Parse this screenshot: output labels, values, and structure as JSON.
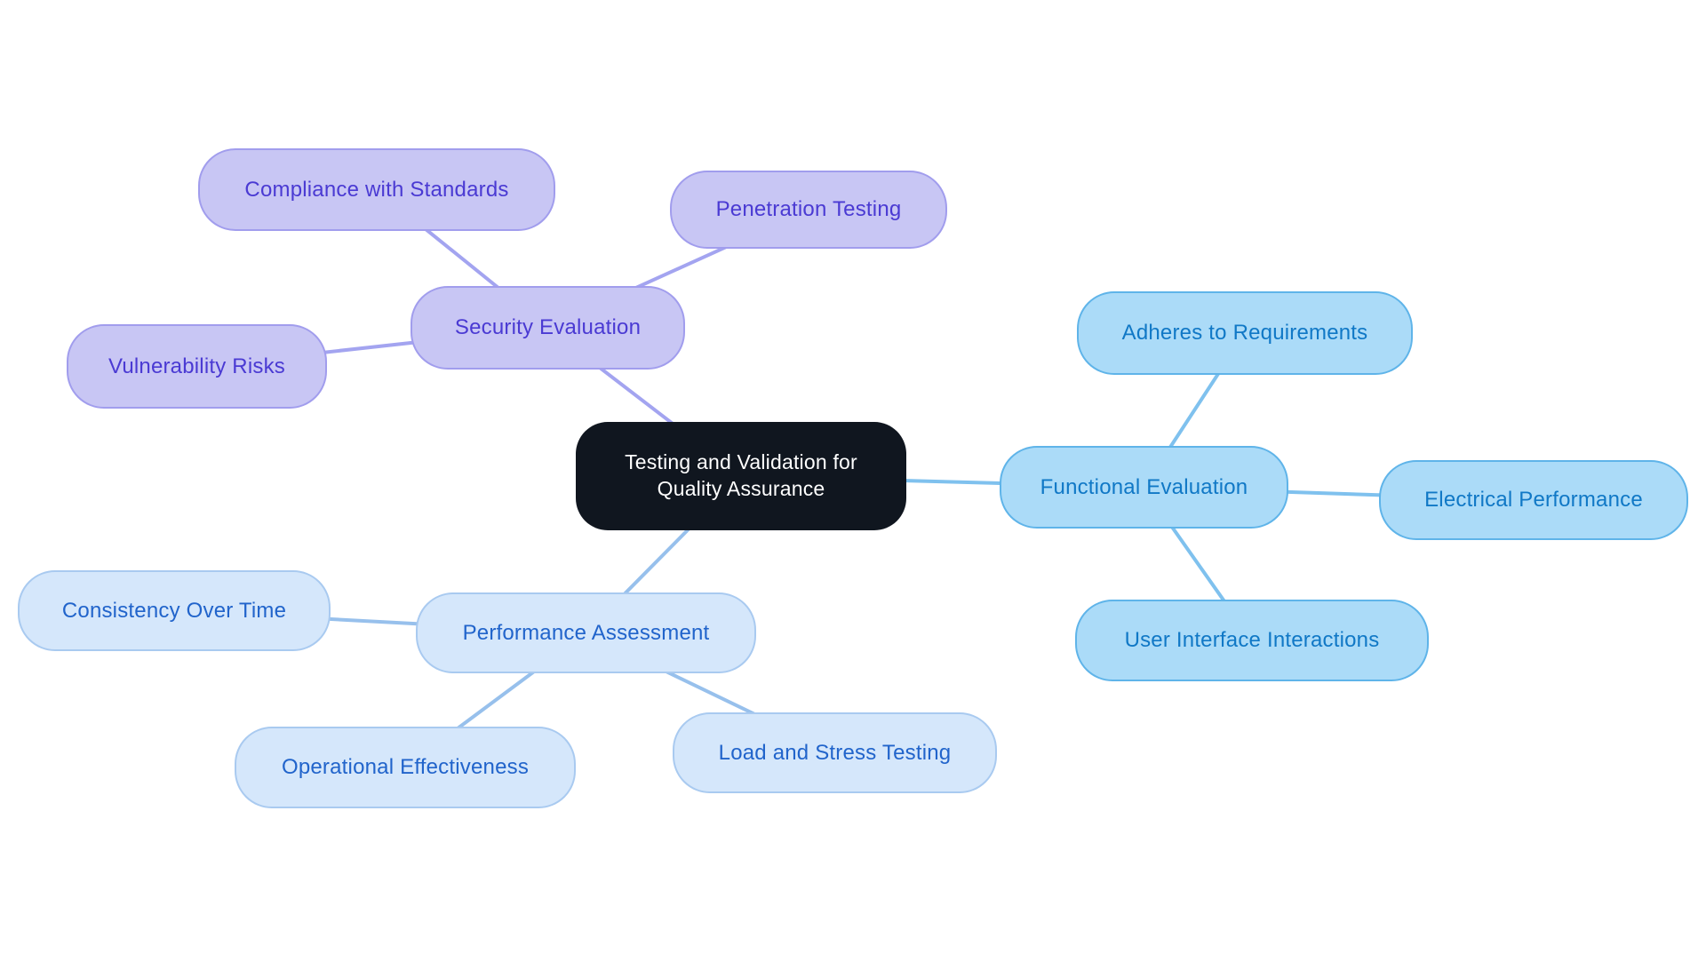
{
  "nodes": {
    "central": {
      "label": "Testing and Validation for Quality Assurance"
    },
    "security": {
      "label": "Security Evaluation"
    },
    "compliance": {
      "label": "Compliance with Standards"
    },
    "penetration": {
      "label": "Penetration Testing"
    },
    "vulnerability": {
      "label": "Vulnerability Risks"
    },
    "functional": {
      "label": "Functional Evaluation"
    },
    "adheres": {
      "label": "Adheres to Requirements"
    },
    "electrical": {
      "label": "Electrical Performance"
    },
    "ui": {
      "label": "User Interface Interactions"
    },
    "performance": {
      "label": "Performance Assessment"
    },
    "consistency": {
      "label": "Consistency Over Time"
    },
    "operational": {
      "label": "Operational Effectiveness"
    },
    "load": {
      "label": "Load and Stress Testing"
    }
  },
  "edges": [
    {
      "from": "central",
      "to": "security",
      "branch": "security"
    },
    {
      "from": "security",
      "to": "compliance",
      "branch": "security"
    },
    {
      "from": "security",
      "to": "penetration",
      "branch": "security"
    },
    {
      "from": "security",
      "to": "vulnerability",
      "branch": "security"
    },
    {
      "from": "central",
      "to": "functional",
      "branch": "functional"
    },
    {
      "from": "functional",
      "to": "adheres",
      "branch": "functional"
    },
    {
      "from": "functional",
      "to": "electrical",
      "branch": "functional"
    },
    {
      "from": "functional",
      "to": "ui",
      "branch": "functional"
    },
    {
      "from": "central",
      "to": "performance",
      "branch": "performance"
    },
    {
      "from": "performance",
      "to": "consistency",
      "branch": "performance"
    },
    {
      "from": "performance",
      "to": "operational",
      "branch": "performance"
    },
    {
      "from": "performance",
      "to": "load",
      "branch": "performance"
    }
  ],
  "colors": {
    "central_fill": "#10161f",
    "central_text": "#ffffff",
    "security_fill": "#c8c6f4",
    "security_border": "#a19ded",
    "security_text": "#4a3ad3",
    "security_line": "#a3a4f0",
    "functional_fill": "#abdbf8",
    "functional_border": "#5fb4e9",
    "functional_text": "#1078c6",
    "functional_line": "#7fc1ee",
    "performance_fill": "#d5e7fb",
    "performance_border": "#a9caf0",
    "performance_text": "#2164cb",
    "performance_line": "#97c0ec"
  }
}
